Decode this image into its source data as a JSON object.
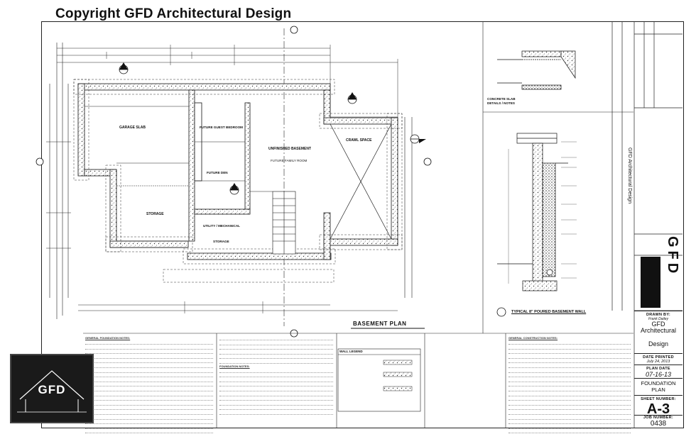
{
  "header": {
    "copyright": "Copyright GFD Architectural Design"
  },
  "plan": {
    "title": "BASEMENT PLAN",
    "rooms": {
      "garage": "GARAGE SLAB",
      "guest": "FUTURE GUEST BEDROOM",
      "den": "FUTURE DEN",
      "unfinished": "UNFINISHED BASEMENT",
      "family": "FUTURE FAMILY ROOM",
      "crawl": "CRAWL SPACE",
      "storage_left": "STORAGE",
      "utility": "UTILITY / MECHANICAL",
      "storage_mid": "STORAGE"
    },
    "wall_legend_title": "WALL LEGEND"
  },
  "details": {
    "slab_title": "CONCRETE SLAB DETAILS / NOTES",
    "wall_title": "TYPICAL 8\" POURED BASEMENT WALL"
  },
  "notes": {
    "general_title": "GENERAL FOUNDATION NOTES:",
    "footing_title": "FOUNDATION NOTES:",
    "construction_title": "GENERAL CONSTRUCTION NOTES:"
  },
  "title_block": {
    "firm_name": "GFD Architectural Design",
    "drawn_by_label": "DRAWN BY:",
    "drawn_by_value": "Frank Dailey",
    "firm_line1": "GFD",
    "firm_line2": "Architectural",
    "firm_line3": "Design",
    "date_printed_label": "DATE PRINTED",
    "date_printed_value": "July 24, 2013",
    "plan_date_label": "PLAN DATE",
    "plan_date_value": "07-16-13",
    "sheet_title_line1": "FOUNDATION",
    "sheet_title_line2": "PLAN",
    "sheet_number_label": "SHEET NUMBER:",
    "sheet_number_value": "A-3",
    "job_number_label": "JOB NUMBER:",
    "job_number_value": "0438",
    "logo_mark": "GFD",
    "stamp_letters": "GFD"
  }
}
